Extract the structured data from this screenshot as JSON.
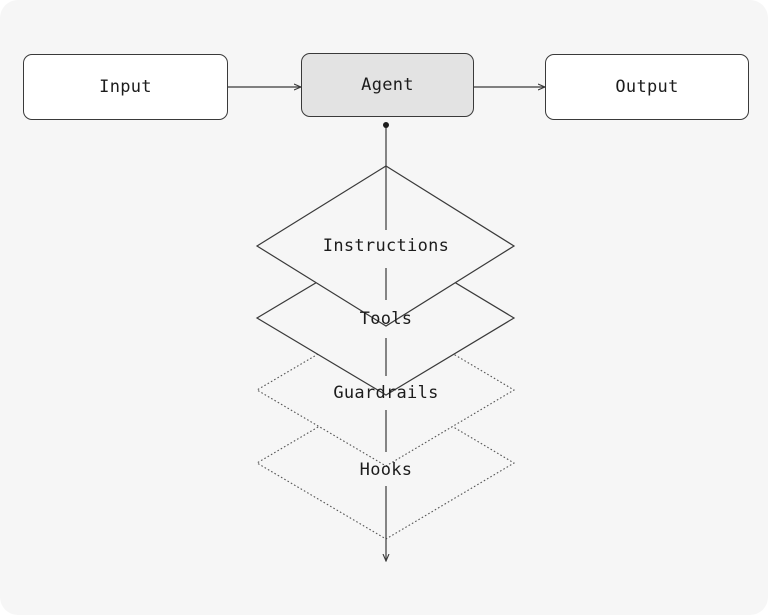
{
  "nodes": {
    "input": "Input",
    "agent": "Agent",
    "output": "Output"
  },
  "layers": [
    {
      "label": "Instructions",
      "style": "solid"
    },
    {
      "label": "Tools",
      "style": "solid"
    },
    {
      "label": "Guardrails",
      "style": "dotted"
    },
    {
      "label": "Hooks",
      "style": "dotted"
    }
  ],
  "colors": {
    "background": "#f6f6f6",
    "stroke": "#3a3a3a",
    "agent_fill": "#e3e3e3",
    "node_fill": "#ffffff"
  }
}
